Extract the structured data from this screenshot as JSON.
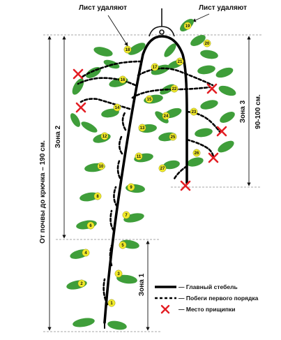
{
  "labels": {
    "leaf_removed_left": "Лист удаляют",
    "leaf_removed_right": "Лист удаляют",
    "zone1": "Зона 1",
    "zone2": "Зона 2",
    "zone3_line1": "Зона 3",
    "zone3_line2": "90-100 см.",
    "height_total": "От почвы до крючка – 190 см."
  },
  "legend": {
    "main_stem": "— Главный стебель",
    "side_shoots": "— Побеги первого порядка",
    "pinch_point": "— Место прищипки"
  },
  "leaf_numbers": [
    "1",
    "2",
    "3",
    "4",
    "5",
    "6",
    "7",
    "8",
    "9",
    "10",
    "11",
    "12",
    "13",
    "14",
    "15",
    "16",
    "17",
    "18",
    "19",
    "20",
    "21",
    "22",
    "23",
    "24",
    "25",
    "26",
    "27"
  ],
  "colors": {
    "leaf": "#3f9e3a",
    "badge": "#f1ea2a",
    "stem": "#000000",
    "pinch": "#e31e24",
    "guide": "#8a8a8a"
  },
  "icons": {
    "hook": "hook-icon",
    "pinch": "x-mark-icon"
  }
}
